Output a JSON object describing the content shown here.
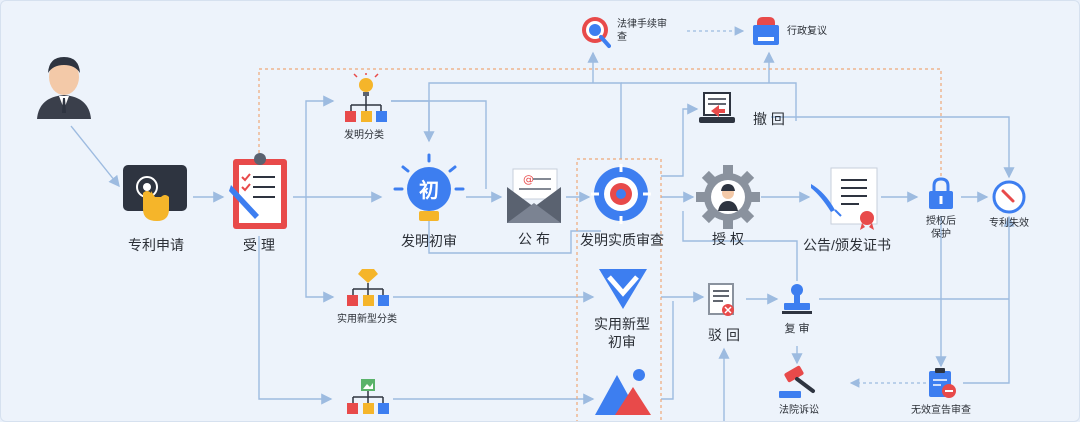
{
  "nodes": {
    "patent_apply": "专利申请",
    "accept": "受 理",
    "invention_classify": "发明分类",
    "invention_prelim": "发明初审",
    "publish": "公 布",
    "invention_substantive": "发明实质审查",
    "grant": "授 权",
    "announce_certificate": "公告/颁发证书",
    "post_grant_protection": "授权后\n保护",
    "patent_invalid": "专利失效",
    "legal_procedure_review": "法律手续审\n查",
    "admin_review": "行政复议",
    "withdraw": "撤 回",
    "utility_classify": "实用新型分类",
    "utility_prelim": "实用新型\n初审",
    "reject": "驳 回",
    "reexamine": "复 审",
    "court_litigation": "法院诉讼",
    "invalidation_review": "无效宣告审查",
    "publish_icon_char": "初",
    "publish_icon_at": "@"
  },
  "icons": [
    "person-icon",
    "tablet-touch-icon",
    "clipboard-icon",
    "bulb-tree-icon",
    "bulb-prelim-icon",
    "envelope-icon",
    "target-icon",
    "gear-person-icon",
    "certificate-icon",
    "lock-icon",
    "clock-icon",
    "magnifier-icon",
    "folder-stack-icon",
    "laptop-return-icon",
    "diamond-tree-icon",
    "chevron-v-icon",
    "document-x-icon",
    "stamp-icon",
    "gavel-icon",
    "clipboard-minus-icon",
    "image-tree-icon",
    "mountain-icon"
  ],
  "colors": {
    "arrow": "#9dbbe0",
    "dashed_orange": "#f0a878",
    "blue": "#3d7ef0",
    "red": "#e84a4a",
    "yellow": "#f5b52a",
    "dark": "#2e3440"
  }
}
